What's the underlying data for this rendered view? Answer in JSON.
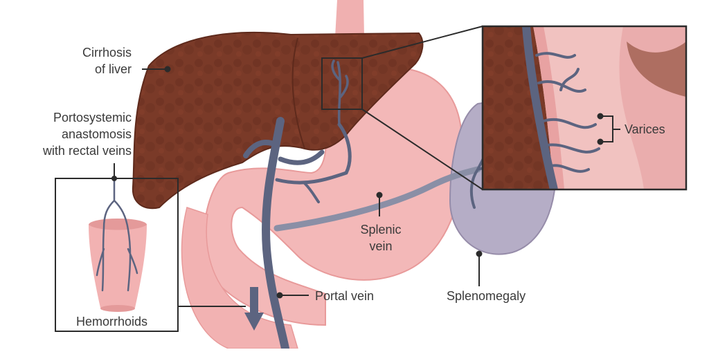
{
  "labels": {
    "cirrhosis_line1": "Cirrhosis",
    "cirrhosis_line2": "of liver",
    "portosystemic_line1": "Portosystemic",
    "portosystemic_line2": "anastomosis",
    "portosystemic_line3": "with rectal veins",
    "hemorrhoids": "Hemorrhoids",
    "splenic_line1": "Splenic",
    "splenic_line2": "vein",
    "portal_vein": "Portal vein",
    "splenomegaly": "Splenomegaly",
    "varices": "Varices"
  },
  "colors": {
    "liver": "#7a3a28",
    "liver_dark": "#5e2a1c",
    "stomach": "#f3b8b8",
    "stomach_edge": "#e89a9a",
    "spleen": "#b5adc6",
    "spleen_dark": "#968ca9",
    "vein": "#5c6480",
    "leader": "#2b2b2b"
  }
}
